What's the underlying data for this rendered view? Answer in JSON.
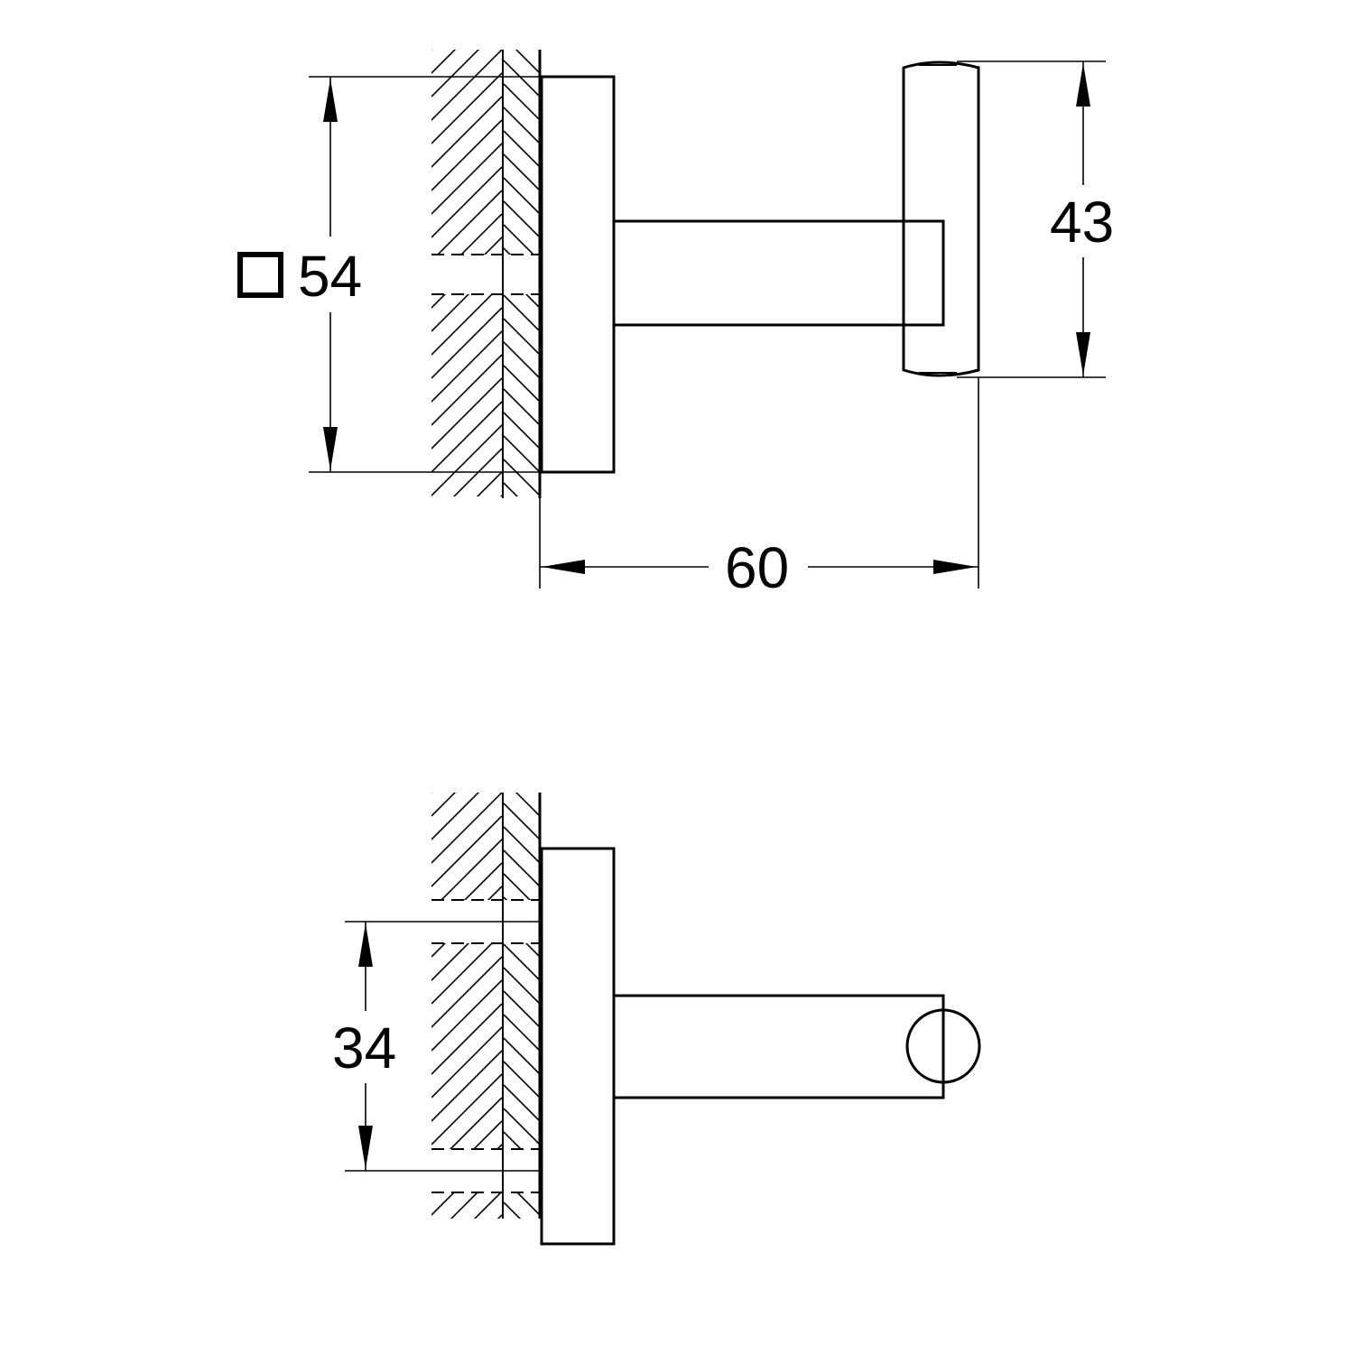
{
  "side_view": {
    "dim_square_value": "54",
    "dim_height_value": "43",
    "dim_depth_value": "60"
  },
  "top_view": {
    "dim_spacing_value": "34"
  }
}
